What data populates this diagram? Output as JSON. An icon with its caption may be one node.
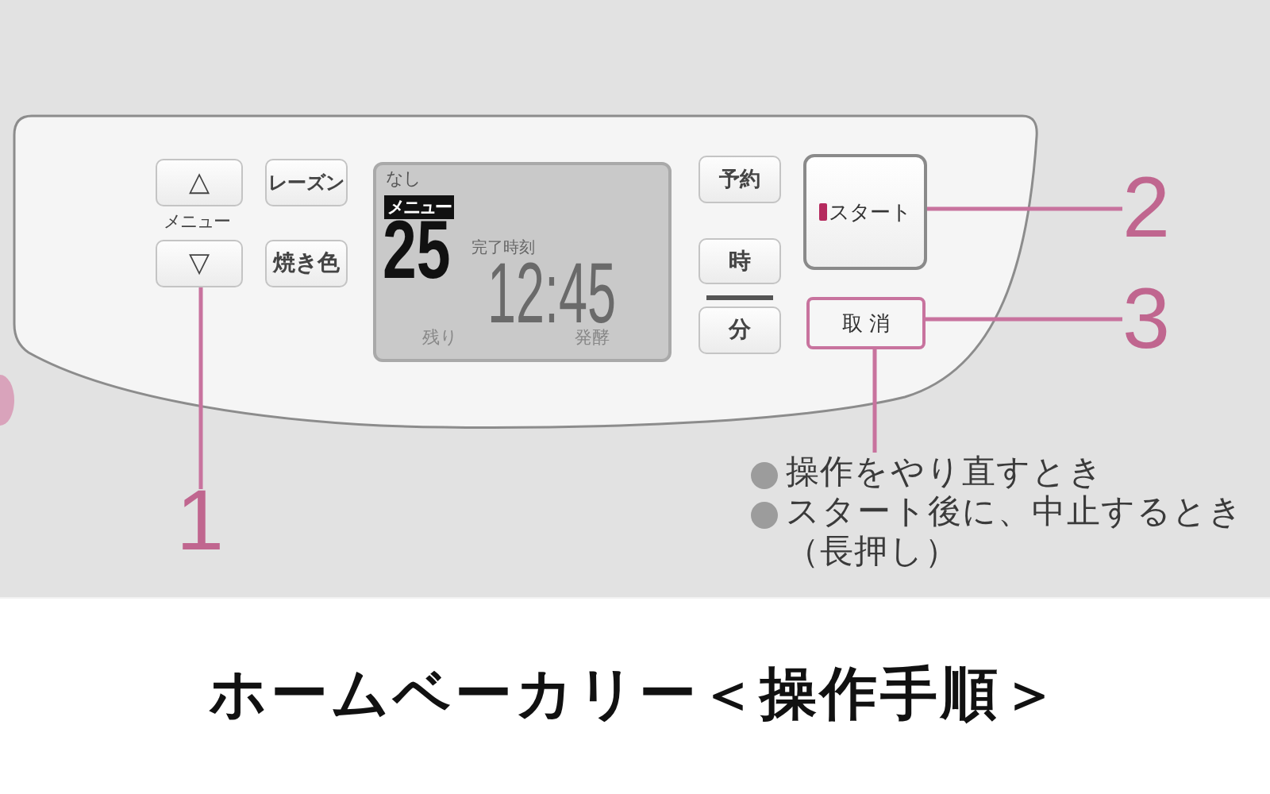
{
  "diagram": {
    "title": "ホームベーカリー＜操作手順＞",
    "nodes": [
      {
        "text": [],
        "shape": "box"
      },
      {
        "text": [
          "△"
        ],
        "in": 0
      },
      {
        "text": [
          "▽"
        ],
        "in": 0
      },
      {
        "text": [
          "レーズン"
        ],
        "in": 0
      },
      {
        "text": [
          "焼き色"
        ],
        "in": 0
      },
      {
        "text": [
          "なし",
          "メニュー",
          "25",
          "完了時刻",
          "12:45",
          "残り",
          "発酵"
        ],
        "in": 0
      },
      {
        "text": [
          "予約"
        ],
        "in": 0
      },
      {
        "text": [
          "時"
        ],
        "in": 0
      },
      {
        "text": [
          "分"
        ],
        "in": 0
      },
      {
        "text": [
          "スタート"
        ],
        "in": 0
      },
      {
        "text": [
          "取消"
        ],
        "in": 0
      },
      {
        "text": [
          "2"
        ]
      },
      {
        "text": [
          "3"
        ]
      },
      {
        "text": [
          "1"
        ]
      },
      {
        "text": [
          "操作をやり直すとき",
          "スタート後に、中止するとき（長押し）"
        ]
      }
    ],
    "edges": [
      {
        "from": 13,
        "to": 2,
        "arrow": "none"
      },
      {
        "from": 11,
        "to": 9,
        "arrow": "none"
      },
      {
        "from": 12,
        "to": 10,
        "arrow": "none"
      },
      {
        "from": 10,
        "to": 14,
        "arrow": "none"
      }
    ],
    "labels": [
      "メニュー"
    ]
  }
}
